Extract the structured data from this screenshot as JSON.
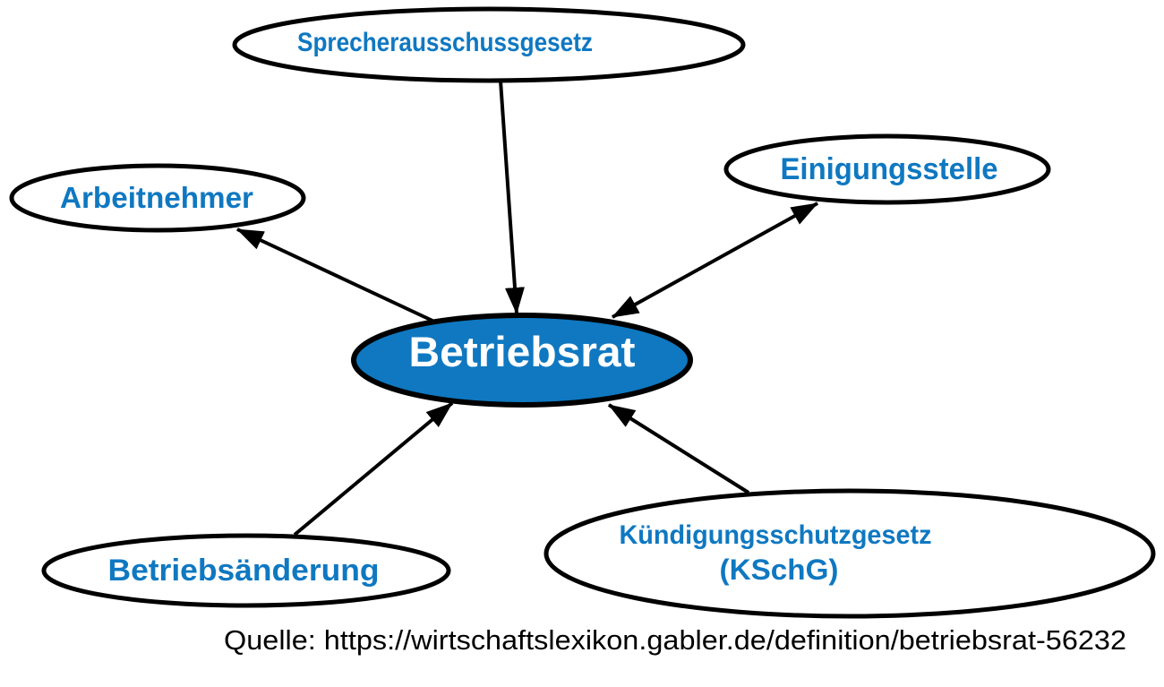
{
  "colors": {
    "accent_blue": "#0f78c1",
    "center_fill": "#0f78c1",
    "label_blue": "#0f78c1",
    "center_text": "#ffffff",
    "edge_stroke": "#000000",
    "background": "#ffffff"
  },
  "diagram": {
    "center_node": {
      "label": "Betriebsrat"
    },
    "nodes": [
      {
        "label": "Sprecherausschussgesetz"
      },
      {
        "label": "Einigungsstelle"
      },
      {
        "label": "Arbeitnehmer"
      },
      {
        "label": "Betriebsänderung"
      },
      {
        "label_line1": "Kündigungsschutzgesetz",
        "label_line2": "(KSchG)"
      }
    ],
    "edges": [
      {
        "from": "Sprecherausschussgesetz",
        "to": "Betriebsrat",
        "arrow": "single"
      },
      {
        "from": "Betriebsrat",
        "to": "Einigungsstelle",
        "arrow": "double"
      },
      {
        "from": "Betriebsrat",
        "to": "Arbeitnehmer",
        "arrow": "single"
      },
      {
        "from": "Betriebsänderung",
        "to": "Betriebsrat",
        "arrow": "single"
      },
      {
        "from": "Kündigungsschutzgesetz (KSchG)",
        "to": "Betriebsrat",
        "arrow": "single"
      }
    ]
  },
  "source": {
    "label": "Quelle: https://wirtschaftslexikon.gabler.de/definition/betriebsrat-56232"
  }
}
